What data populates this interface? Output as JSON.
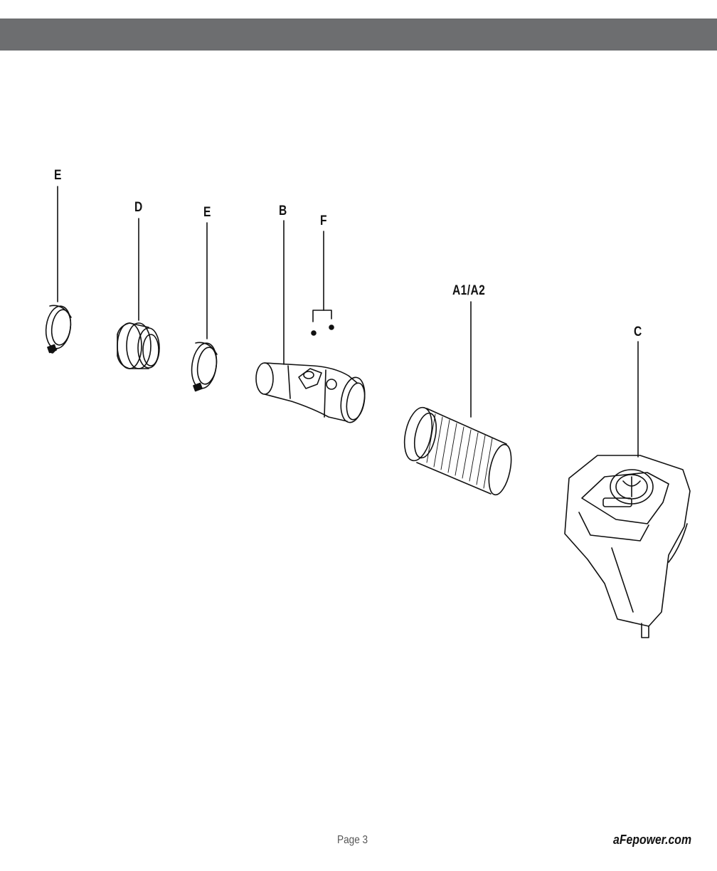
{
  "header": {
    "bar_color": "#6d6e70"
  },
  "callouts": {
    "e_left": "E",
    "d": "D",
    "e_mid": "E",
    "b": "B",
    "f": "F",
    "a1a2": "A1/A2",
    "c": "C"
  },
  "parts": [
    {
      "id": "e_left",
      "name": "hose-clamp"
    },
    {
      "id": "d",
      "name": "coupler"
    },
    {
      "id": "e_mid",
      "name": "hose-clamp"
    },
    {
      "id": "b",
      "name": "intake-tube"
    },
    {
      "id": "f",
      "name": "screws"
    },
    {
      "id": "a1a2",
      "name": "air-filter"
    },
    {
      "id": "c",
      "name": "air-box-housing"
    }
  ],
  "footer": {
    "page": "Page 3",
    "site": "aFepower.com"
  }
}
